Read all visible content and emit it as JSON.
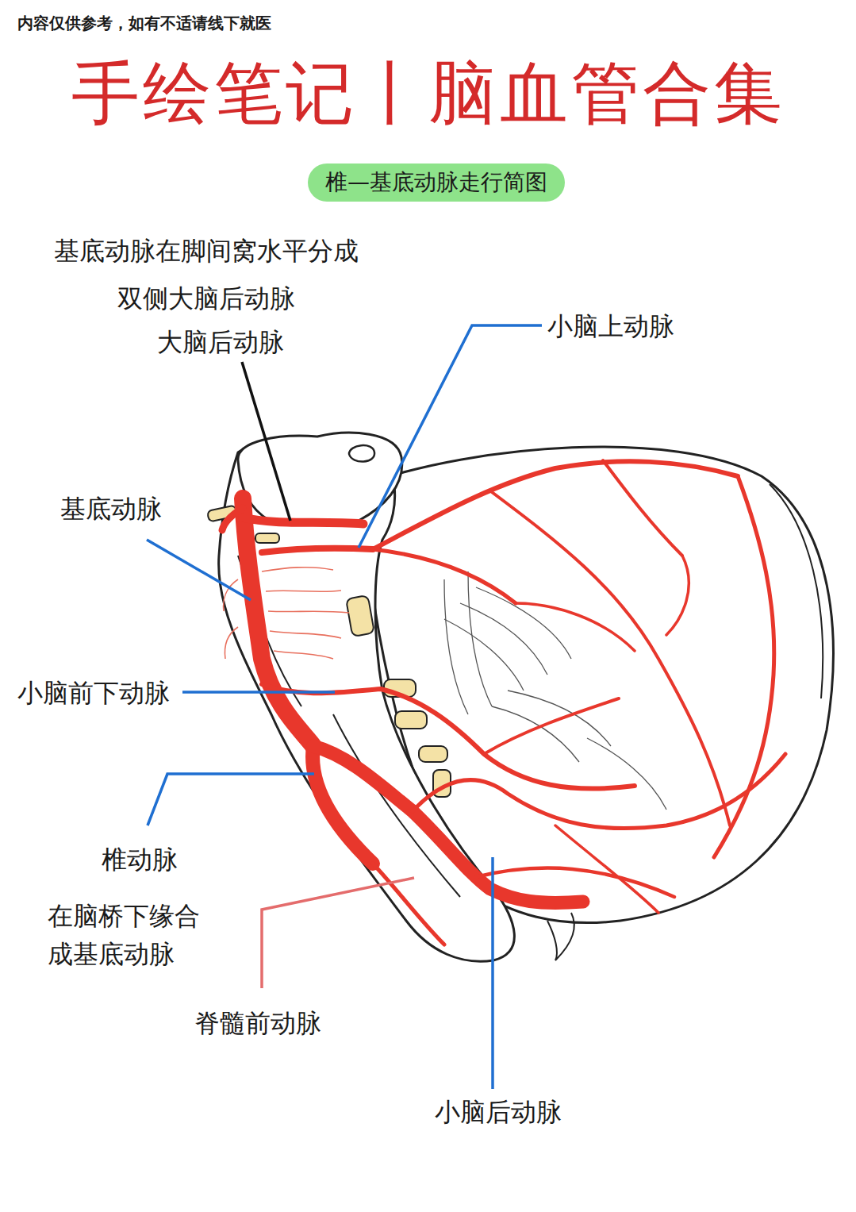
{
  "diagram": {
    "title": "手绘笔记丨脑血管合集",
    "nodes": [
      {
        "text": [
          "椎—基底动脉走行简图"
        ]
      }
    ],
    "labels": [
      "内容仅供参考，如有不适请线下就医",
      "基底动脉在脚间窝水平分成 双侧大脑后动脉",
      "大脑后动脉",
      "小脑上动脉",
      "基底动脉",
      "小脑前下动脉",
      "椎动脉",
      "在脑桥下缘合 成基底动脉",
      "脊髓前动脉",
      "小脑后动脉"
    ]
  }
}
